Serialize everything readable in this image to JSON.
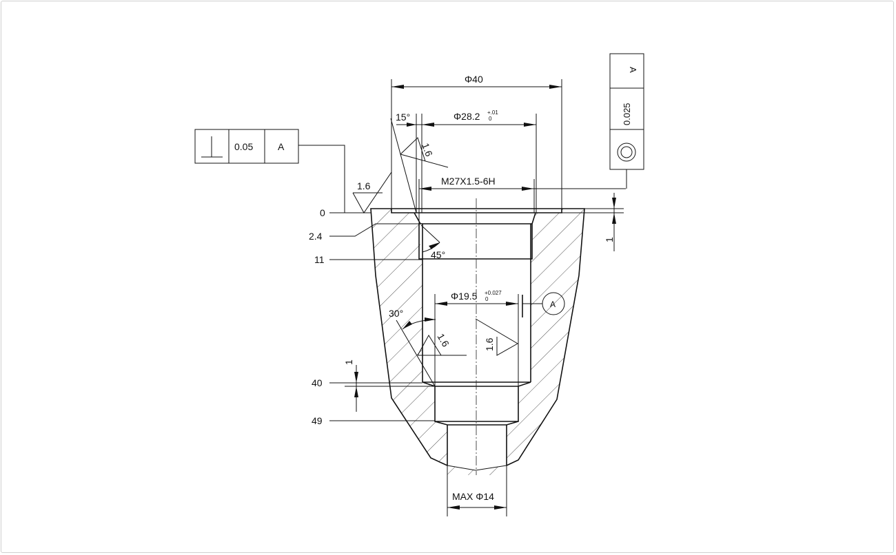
{
  "drawing": {
    "dimensions": {
      "outer_diameter": "Φ40",
      "counterbore_diameter": "Φ28.2",
      "counterbore_tol_upper": "+.01",
      "counterbore_tol_lower": "0",
      "thread": "M27X1.5-6H",
      "bore_diameter": "Φ19.5",
      "bore_tol_upper": "+0.027",
      "bore_tol_lower": "0",
      "bottom_diameter": "MAX Φ14",
      "angle_15": "15°",
      "angle_45": "45°",
      "angle_30": "30°",
      "step_top": "1",
      "step_mid": "1"
    },
    "depth_labels": [
      "0",
      "2.4",
      "11",
      "40",
      "49"
    ],
    "roughness": {
      "face": "1.6",
      "chamfer": "1.6",
      "bore_left": "1.6",
      "bore_right": "1.6"
    },
    "fcf_perpendicularity": {
      "symbol": "perpendicularity",
      "tolerance": "0.05",
      "datum": "A"
    },
    "fcf_concentricity": {
      "symbol": "concentricity",
      "tolerance": "0.025",
      "datum": "A"
    },
    "datum_label": "A"
  }
}
